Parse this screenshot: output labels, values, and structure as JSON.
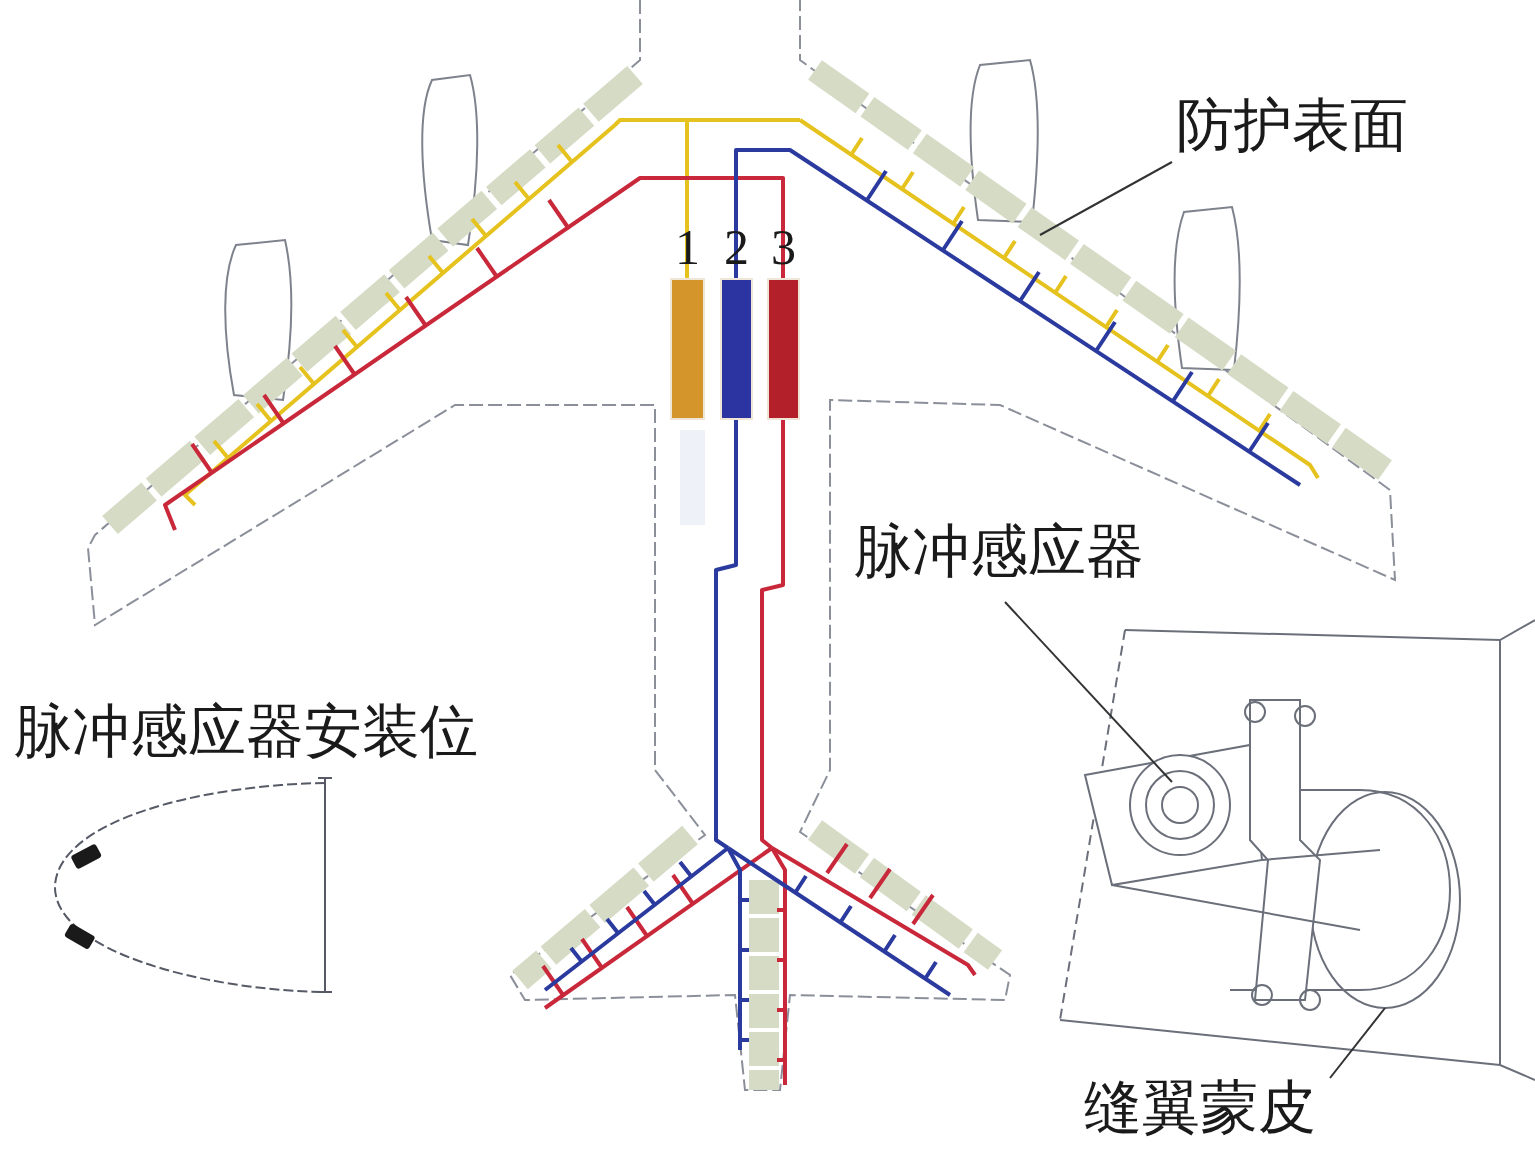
{
  "diagram": {
    "nodes": [
      {
        "text": [
          "1"
        ]
      },
      {
        "text": [
          "2"
        ]
      },
      {
        "text": [
          "3"
        ]
      }
    ],
    "labels": [
      "防护表面",
      "脉冲感应器",
      "脉冲感应器安装位",
      "缝翼蒙皮"
    ]
  }
}
